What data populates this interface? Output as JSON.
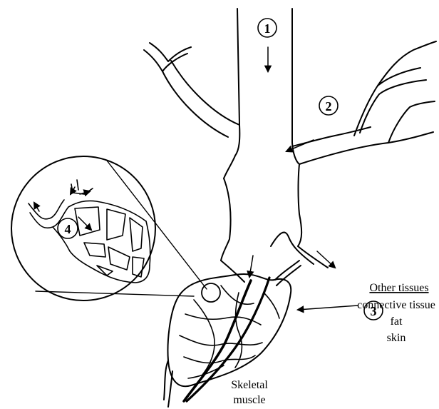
{
  "markers": [
    "1",
    "2",
    "3",
    "4"
  ],
  "labels": {
    "other_tissues_heading": "Other tissues",
    "other_tissues_items": [
      "connective tissue",
      "fat",
      "skin"
    ],
    "skeletal_muscle": [
      "Skeletal",
      "muscle"
    ]
  },
  "colors": {
    "ink": "#000000",
    "background": "#ffffff"
  }
}
